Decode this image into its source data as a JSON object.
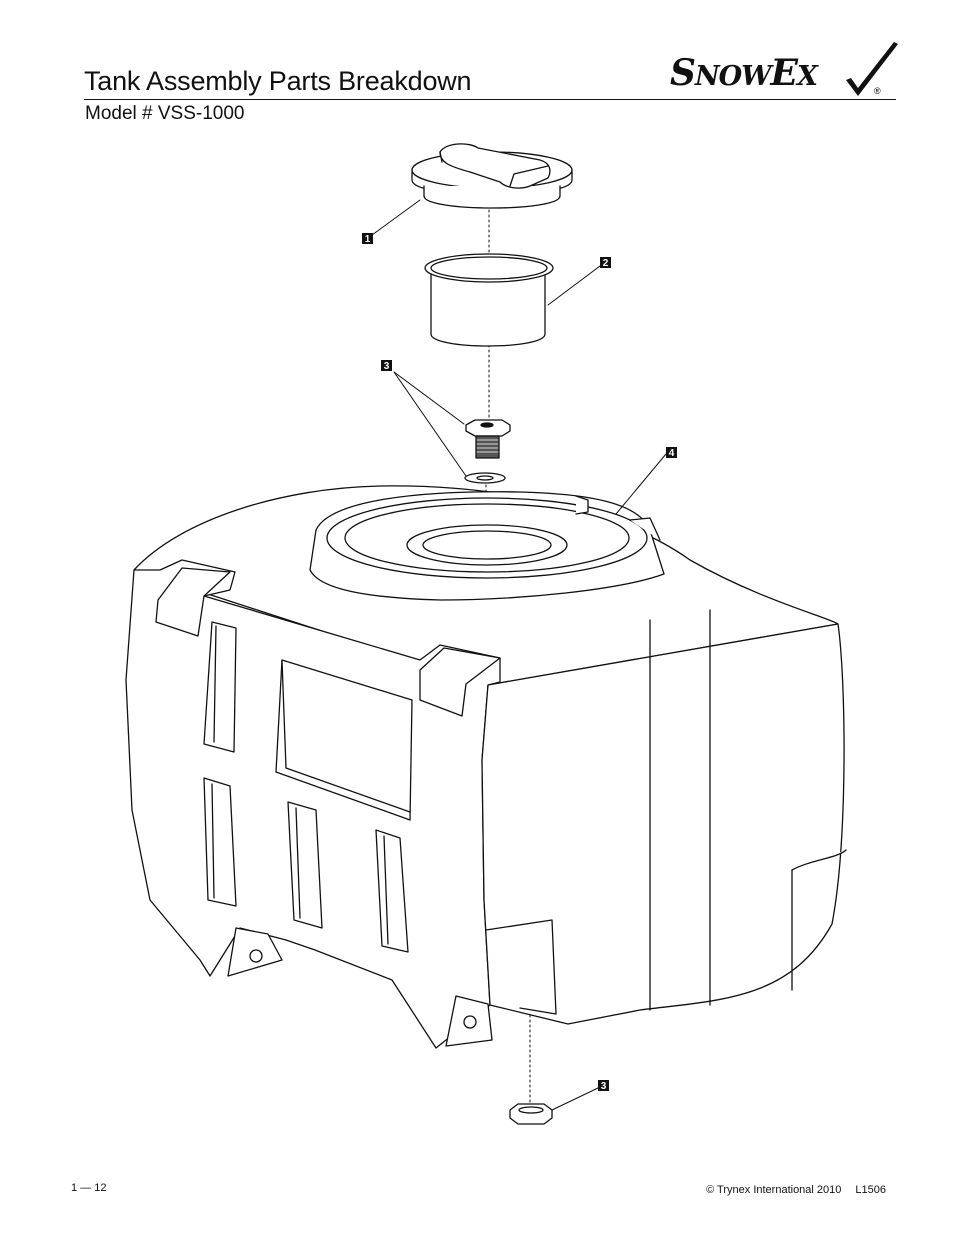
{
  "header": {
    "title": "Tank Assembly Parts Breakdown",
    "model": "Model # VSS-1000",
    "logo_text_a": "S",
    "logo_text_b": "NOW",
    "logo_text_c": "E",
    "logo_text_d": "X",
    "logo_registered": "®"
  },
  "callouts": [
    {
      "label": "1"
    },
    {
      "label": "2"
    },
    {
      "label": "3"
    },
    {
      "label": "4"
    },
    {
      "label": "3"
    }
  ],
  "footer": {
    "page": "1 — 12",
    "copyright": "© Trynex International 2010",
    "doc_number": "L1506"
  }
}
